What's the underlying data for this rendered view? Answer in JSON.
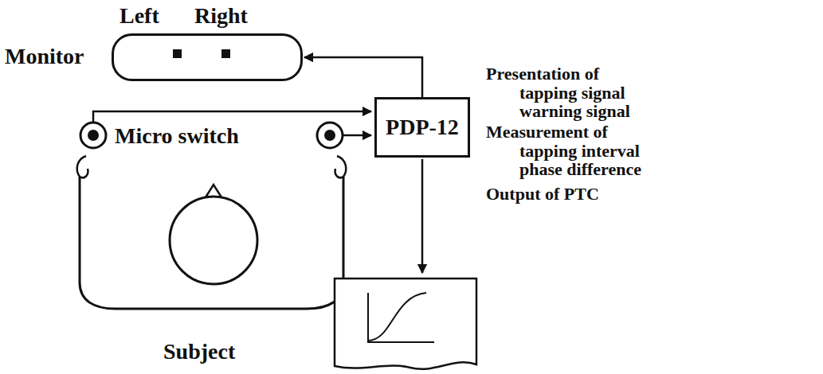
{
  "diagram": {
    "nodes": [
      {
        "text": [
          "Monitor"
        ]
      },
      {
        "text": [
          "PDP-12"
        ]
      }
    ],
    "edges": [
      {
        "from": 1,
        "to": 0,
        "arrow": "to"
      }
    ],
    "labels": [
      "Left",
      "Right",
      "Micro switch",
      "Subject",
      "Presentation of",
      "tapping signal",
      "warning signal",
      "Measurement of",
      "tapping interval",
      "phase difference",
      "Output of PTC"
    ]
  }
}
